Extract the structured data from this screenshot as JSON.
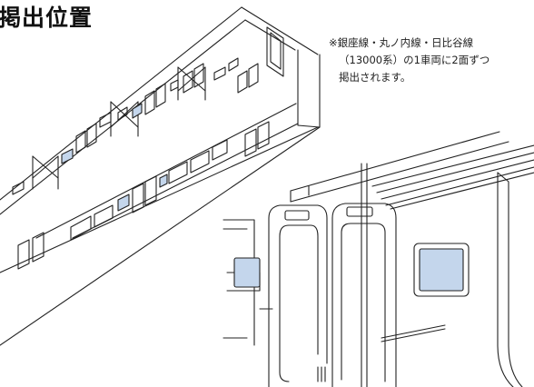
{
  "header": {
    "title": "掲出位置"
  },
  "note": {
    "line1": "※銀座線・丸ノ内線・日比谷線",
    "line2": "（13000系）の1車両に2面ずつ",
    "line3": "掲出されます。"
  },
  "colors": {
    "ad_frame": "#c4d6ec",
    "line": "#222222",
    "background": "#ffffff"
  }
}
